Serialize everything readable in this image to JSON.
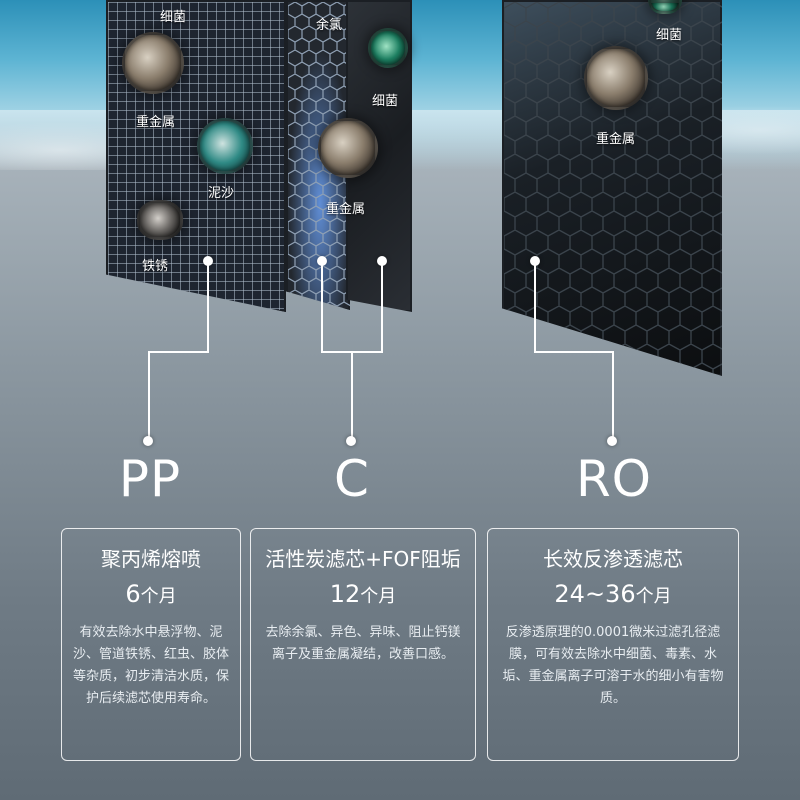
{
  "filters": [
    {
      "code": "PP",
      "title": "聚丙烯熔喷",
      "period_number": "6",
      "period_unit": "个月",
      "description": "有效去除水中悬浮物、泥沙、管道铁锈、红虫、胶体等杂质，初步清洁水质，保护后续滤芯使用寿命。"
    },
    {
      "code": "C",
      "title": "活性炭滤芯+FOF阻垢",
      "period_number": "12",
      "period_unit": "个月",
      "description": "去除余氯、异色、异味、阻止钙镁离子及重金属凝结，改善口感。"
    },
    {
      "code": "RO",
      "title": "长效反渗透滤芯",
      "period_number": "24~36",
      "period_unit": "个月",
      "description": "反渗透原理的0.0001微米过滤孔径滤膜，可有效去除水中细菌、毒素、水垢、重金属离子可溶于水的细小有害物质。"
    }
  ],
  "contaminants": {
    "pp_bacteria": "细菌",
    "pp_heavy_metal": "重金属",
    "pp_sand": "泥沙",
    "pp_rust": "铁锈",
    "c_chlorine": "余氯",
    "c_bacteria": "细菌",
    "c_heavy_metal": "重金属",
    "ro_bacteria": "细菌",
    "ro_heavy_metal": "重金属"
  },
  "icons": [
    "bacteria-icon",
    "heavy-metal-icon",
    "sand-icon",
    "rust-icon"
  ]
}
